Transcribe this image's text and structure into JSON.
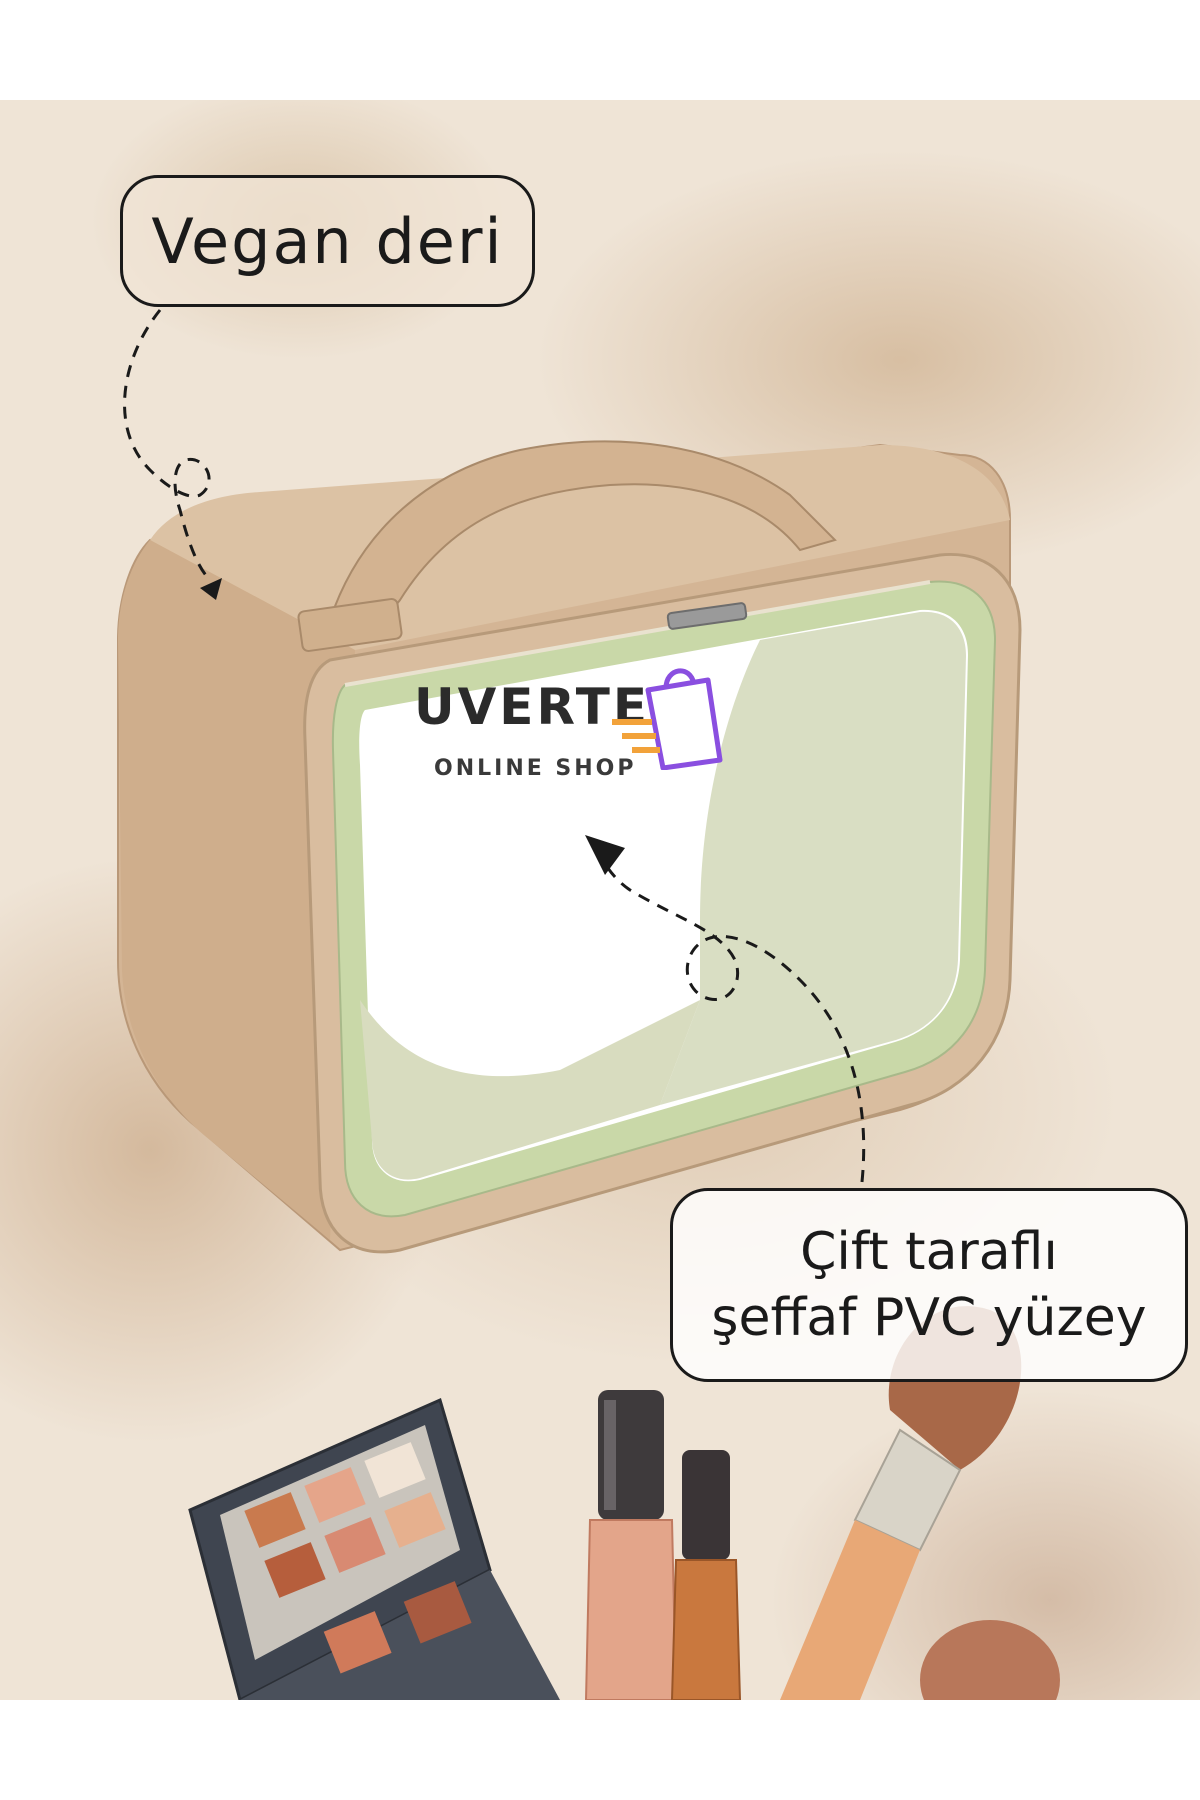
{
  "callouts": {
    "vegan_leather": "Vegan deri",
    "pvc_line1": "Çift taraflı",
    "pvc_line2": "şeffaf PVC yüzey"
  },
  "logo": {
    "brand": "UVERTE",
    "tagline": "ONLINE SHOP"
  },
  "colors": {
    "background": "#efe4d6",
    "bag_leather": "#d9bd9f",
    "bag_trim": "#c9d8a8",
    "logo_text": "#2b2b2b",
    "logo_accent_orange": "#f2a23a",
    "logo_accent_purple": "#8a4fe0",
    "outline": "#1a1a1a"
  }
}
